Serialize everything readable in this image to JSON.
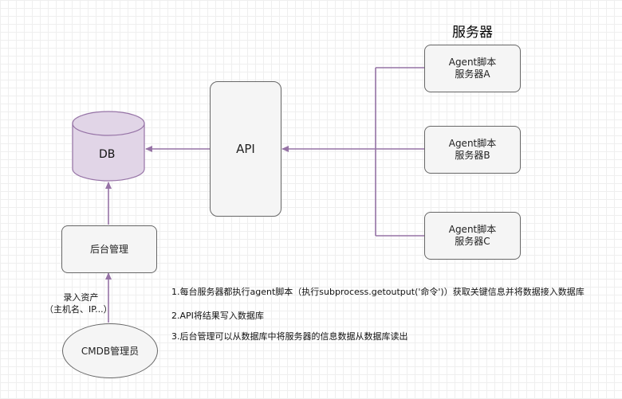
{
  "diagram": {
    "servers_title": "服务器",
    "db_label": "DB",
    "api_label": "API",
    "backend_label": "后台管理",
    "admin_label": "CMDB管理员",
    "entry_note": {
      "line1": "录入资产",
      "line2": "（主机名、IP...）"
    },
    "servers": [
      {
        "line1": "Agent脚本",
        "line2": "服务器A"
      },
      {
        "line1": "Agent脚本",
        "line2": "服务器B"
      },
      {
        "line1": "Agent脚本",
        "line2": "服务器C"
      }
    ],
    "notes": [
      "1.每台服务器都执行agent脚本（执行subprocess.getoutput('命令')）获取关键信息并将数据接入数据库",
      "2.API将结果写入数据库",
      "3.后台管理可以从数据库中将服务器的信息数据从数据库读出"
    ],
    "colors": {
      "edge": "#9673a6",
      "db_fill": "#e1d5e7",
      "db_stroke": "#9673a6",
      "box_fill": "#f5f5f5",
      "box_stroke": "#666666"
    }
  }
}
